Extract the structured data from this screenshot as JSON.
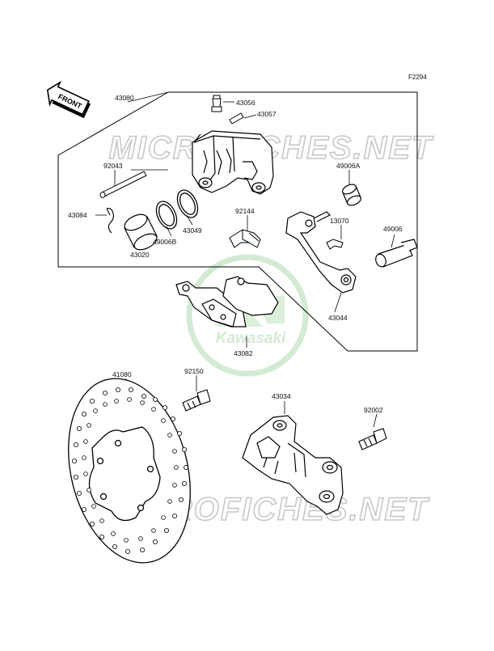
{
  "figure_code": "F2294",
  "front_label": "FRONT",
  "watermark": {
    "text": "MICROFICHES.NET",
    "color": "#c8c8c8"
  },
  "logo": {
    "text": "Kawasaki",
    "color": "#cfe8cf"
  },
  "line_color": "#000000",
  "label_color": "#111111",
  "parts": {
    "p43080": "43080",
    "p43056": "43056",
    "p43057": "43057",
    "p92043": "92043",
    "p49006A": "49006A",
    "p92144": "92144",
    "p43084": "43084",
    "p13070": "13070",
    "p43049": "43049",
    "p49006": "49006",
    "p49006B": "49006B",
    "p43020": "43020",
    "p43044": "43044",
    "p43082": "43082",
    "p41080": "41080",
    "p92150": "92150",
    "p43034": "43034",
    "p92002": "92002"
  }
}
